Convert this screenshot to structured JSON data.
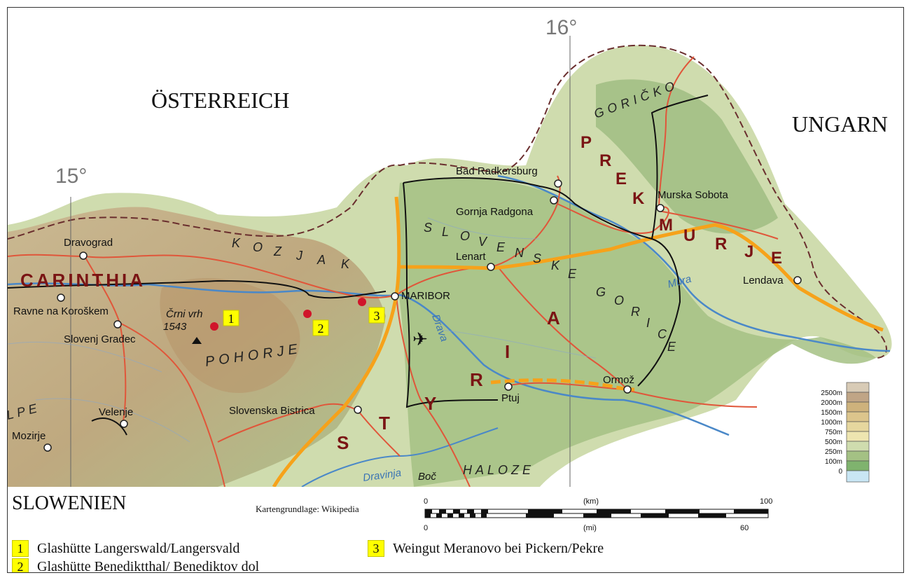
{
  "countries": {
    "austria": "ÖSTERREICH",
    "hungary": "UNGARN",
    "slovenia": "SLOWENIEN"
  },
  "meridians": {
    "m15": "15°",
    "m16": "16°"
  },
  "regions": {
    "carinthia": "CARINTHIA",
    "styria": [
      "S",
      "T",
      "Y",
      "R",
      "I",
      "A"
    ],
    "prekmurje": [
      "P",
      "R",
      "E",
      "K",
      "M",
      "U",
      "R",
      "J",
      "E"
    ],
    "kozjak": [
      "K",
      "O",
      "Z",
      "J",
      "A",
      "K"
    ],
    "slovenske": [
      "S",
      "L",
      "O",
      "V",
      "E",
      "N",
      "S",
      "K",
      "E"
    ],
    "gorice": [
      "G",
      "O",
      "R",
      "I",
      "C",
      "E"
    ],
    "goricko": "GORIČKO",
    "pohorje": "POHORJE",
    "haloze": "HALOZE",
    "alpe": "LPE"
  },
  "towns": [
    "Dravograd",
    "Ravne na Koroškem",
    "Slovenj Gradec",
    "Velenje",
    "Mozirje",
    "Slovenska Bistrica",
    "MARIBOR",
    "Lenart",
    "Gornja Radgona",
    "Bad Radkersburg",
    "Murska Sobota",
    "Lendava",
    "Ptuj",
    "Ormož",
    "Boč"
  ],
  "peak": {
    "name": "Črni vrh",
    "height": "1543"
  },
  "rivers": {
    "drava": "Drava",
    "mura": "Mura",
    "dravinja": "Dravinja"
  },
  "markers": [
    {
      "num": "1",
      "label": "Glashütte Langerswald/Langersvald"
    },
    {
      "num": "2",
      "label": "Glashütte Benediktthal/ Benediktov dol"
    },
    {
      "num": "3",
      "label": "Weingut Meranovo bei Pickern/Pekre"
    }
  ],
  "credit": "Kartengrundlage: Wikipedia",
  "scale": {
    "km_unit": "(km)",
    "mi_unit": "(mi)",
    "km_start": "0",
    "km_end": "100",
    "mi_start": "0",
    "mi_end": "60"
  },
  "elevation_legend": [
    "2500m",
    "2000m",
    "1500m",
    "1000m",
    "750m",
    "500m",
    "250m",
    "100m",
    "0"
  ],
  "colors": {
    "marker": "#d0152a",
    "label_bg": "#ffff00",
    "region_label": "#7a1414",
    "road_main": "#f6a21a",
    "road_secondary": "#e0563a",
    "river": "#4a88c8",
    "border": "#6a2e2e"
  }
}
